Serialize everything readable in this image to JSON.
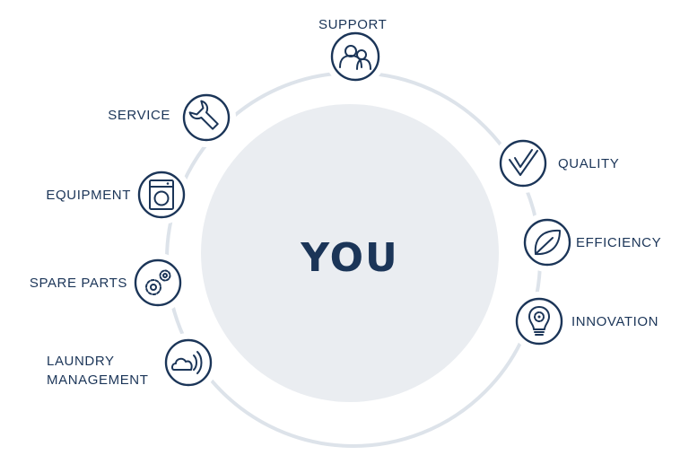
{
  "center": {
    "label": "YOU"
  },
  "nodes": {
    "support": {
      "label": "SUPPORT",
      "icon": "people-icon"
    },
    "service": {
      "label": "SERVICE",
      "icon": "wrench-icon"
    },
    "equipment": {
      "label": "EQUIPMENT",
      "icon": "washing-machine-icon"
    },
    "spare_parts": {
      "label": "SPARE PARTS",
      "icon": "gears-icon"
    },
    "laundry_management": {
      "label_line1": "LAUNDRY",
      "label_line2": "MANAGEMENT",
      "icon": "cloud-signal-icon"
    },
    "quality": {
      "label": "QUALITY",
      "icon": "checkmark-icon"
    },
    "efficiency": {
      "label": "EFFICIENCY",
      "icon": "leaf-icon"
    },
    "innovation": {
      "label": "INNOVATION",
      "icon": "lightbulb-gear-icon"
    }
  },
  "colors": {
    "navy": "#1b3558",
    "ring": "#dde3ea",
    "disc": "#eaedf1"
  }
}
